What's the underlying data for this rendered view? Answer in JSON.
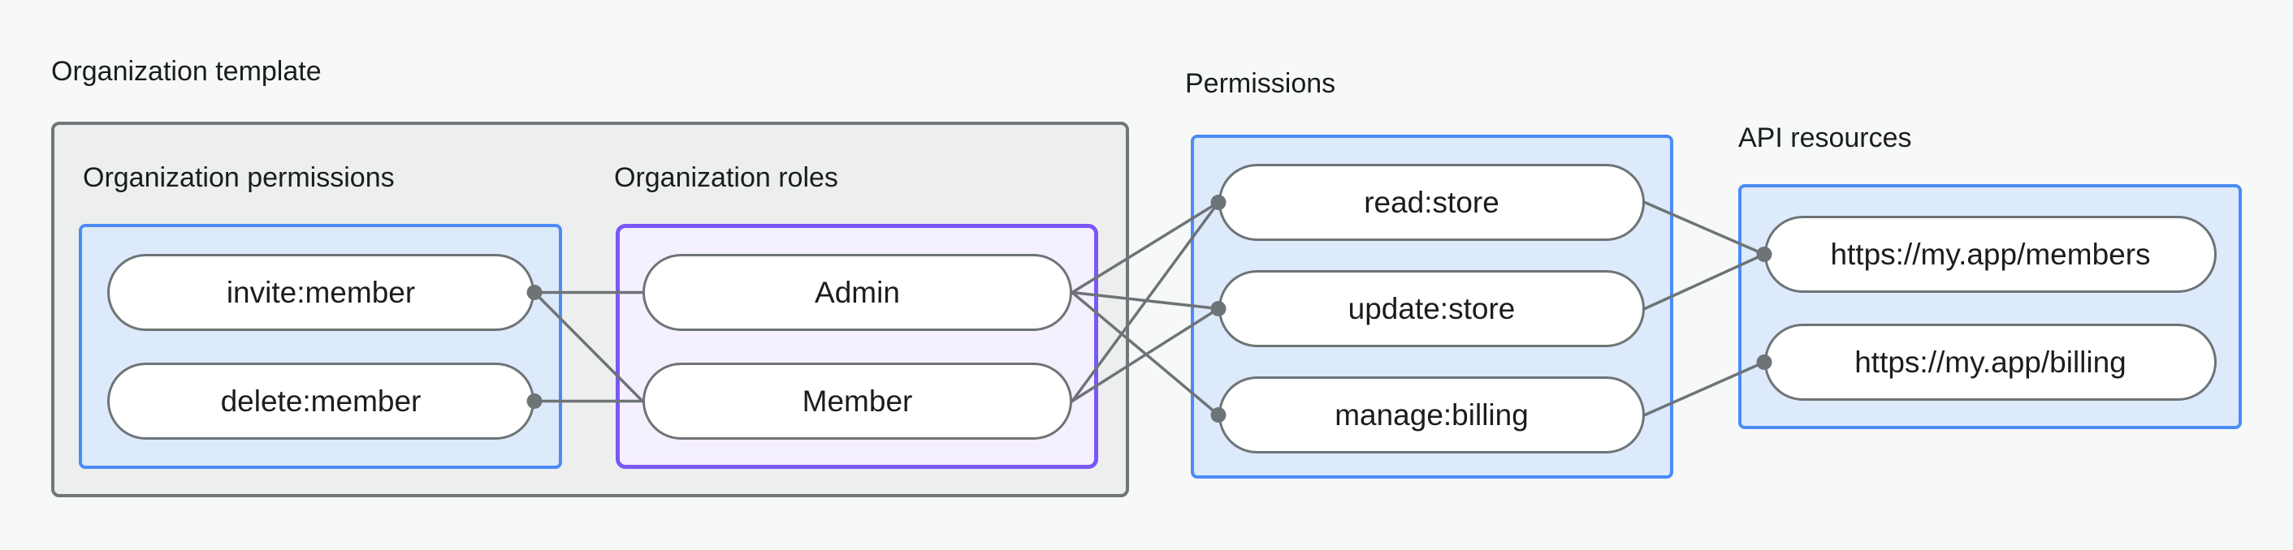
{
  "title": "Organization template",
  "sections": {
    "org_permissions": {
      "label": "Organization permissions",
      "nodes": {
        "invite": "invite:member",
        "delete": "delete:member"
      }
    },
    "org_roles": {
      "label": "Organization roles",
      "nodes": {
        "admin": "Admin",
        "member": "Member"
      }
    },
    "permissions": {
      "label": "Permissions",
      "nodes": {
        "read": "read:store",
        "update": "update:store",
        "manage": "manage:billing"
      }
    },
    "api_resources": {
      "label": "API resources",
      "nodes": {
        "members": "https://my.app/members",
        "billing": "https://my.app/billing"
      }
    }
  },
  "edges": [
    {
      "from": "invite:right",
      "to": "admin:left"
    },
    {
      "from": "invite:right",
      "to": "member:left"
    },
    {
      "from": "delete:right",
      "to": "member:left"
    },
    {
      "from": "admin:right",
      "to": "read:left"
    },
    {
      "from": "admin:right",
      "to": "update:left"
    },
    {
      "from": "admin:right",
      "to": "manage:left"
    },
    {
      "from": "member:right",
      "to": "read:left"
    },
    {
      "from": "member:right",
      "to": "update:left"
    },
    {
      "from": "read:right",
      "to": "members:left"
    },
    {
      "from": "update:right",
      "to": "members:left"
    },
    {
      "from": "manage:right",
      "to": "billing:left"
    }
  ],
  "connection_dots": [
    "invite:right",
    "delete:right",
    "read:left",
    "update:left",
    "manage:left",
    "members:left",
    "billing:left"
  ],
  "colors": {
    "background": "#F7F8F8",
    "container_fill": "#EDEEEE",
    "container_border": "#70767A",
    "blue_fill": "#DCEAFB",
    "blue_border": "#4B8BF5",
    "purple_fill": "#F5F0FD",
    "purple_border": "#7A57F7",
    "node_fill": "#FFFFFF",
    "line_gray": "#6E7376",
    "text": "#1A1D1F"
  }
}
